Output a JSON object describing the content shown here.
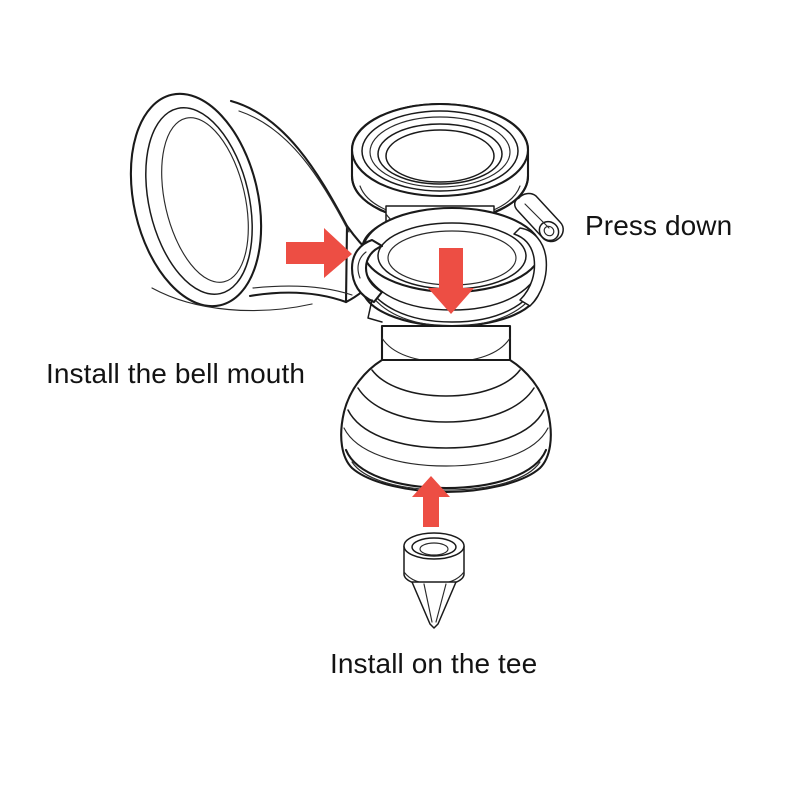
{
  "diagram": {
    "title": "Breast pump assembly instructions",
    "background_color": "#ffffff",
    "line_color": "#1a1a1a",
    "arrow_color": "#ED4E44",
    "text_color": "#131313"
  },
  "labels": {
    "bell_mouth": "Install the bell mouth",
    "press_down": "Press down",
    "install_tee": "Install on the tee"
  },
  "arrows": [
    {
      "name": "bell-mouth-arrow",
      "direction": "right",
      "color": "#ED4E44",
      "points_to": "collar-side-inlet"
    },
    {
      "name": "press-down-arrow",
      "direction": "down",
      "color": "#ED4E44",
      "points_to": "collar-ring"
    },
    {
      "name": "install-tee-arrow",
      "direction": "up",
      "color": "#ED4E44",
      "points_to": "pump-base"
    }
  ],
  "parts": [
    {
      "name": "bell-mouth-funnel",
      "description": "Flared silicone bell mouth / breast shield"
    },
    {
      "name": "bottle-collar-thread",
      "description": "Threaded bottle neck ring at top"
    },
    {
      "name": "pump-collar-ring",
      "description": "Collar ring with side inlet and valve stem"
    },
    {
      "name": "valve-stem",
      "description": "Small cylindrical valve nozzle on collar"
    },
    {
      "name": "pump-base",
      "description": "Ribbed flared pump base body"
    },
    {
      "name": "tee-valve",
      "description": "Duckbill tee valve"
    }
  ]
}
